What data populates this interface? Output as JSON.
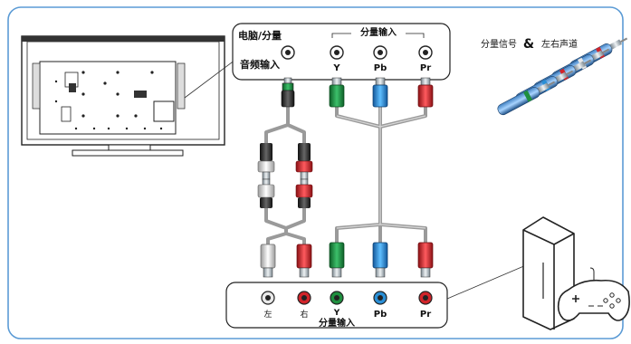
{
  "tv_panel": {
    "pc_component_label": "电脑/分量",
    "audio_in_label": "音频输入",
    "component_in_label": "分量输入",
    "jacks": [
      "Y",
      "Pb",
      "Pr"
    ]
  },
  "device_panel": {
    "jacks": [
      "左",
      "右",
      "Y",
      "Pb",
      "Pr"
    ],
    "component_in_label": "分量输入"
  },
  "legend": {
    "left": "分量信号",
    "amp": "&",
    "right": "左右声道"
  },
  "colors": {
    "frame": "#5b9bd5",
    "cable": "#9a9a9a",
    "green": "#1f8f3f",
    "blue": "#2a8fd6",
    "red": "#d1242a",
    "white": "#e8e8e8"
  }
}
